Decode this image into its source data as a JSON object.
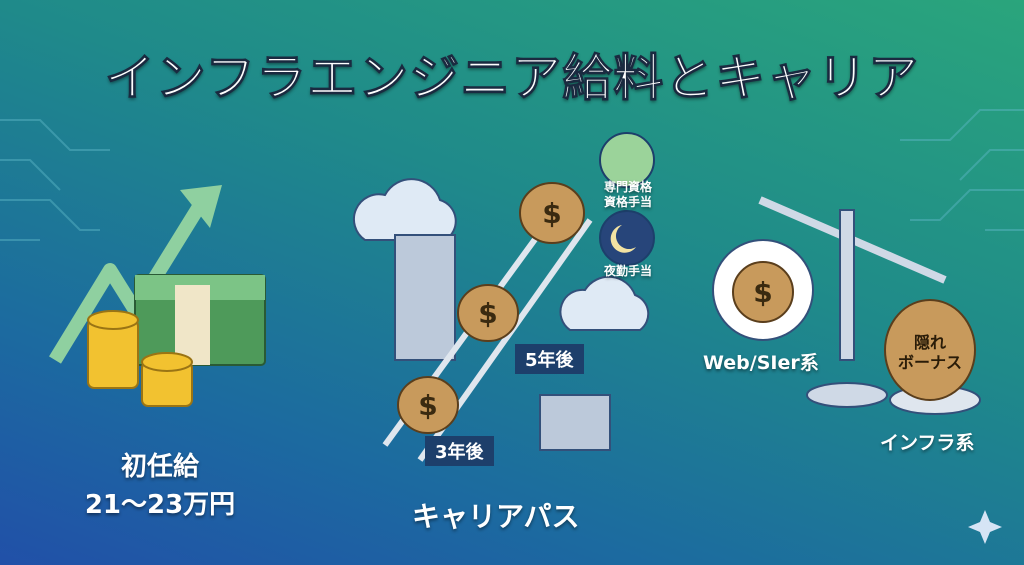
{
  "title": "インフラエンジニア給料とキャリア",
  "starting_salary": {
    "label": "初任給",
    "amount": "21〜23万円"
  },
  "career_path": {
    "label": "キャリアパス",
    "steps": [
      "3年後",
      "5年後"
    ],
    "allowances": [
      {
        "icon": "certificate-icon",
        "lines": [
          "専門資格",
          "資格手当"
        ]
      },
      {
        "icon": "moon-icon",
        "lines": [
          "夜勤手当"
        ]
      }
    ]
  },
  "comparison": {
    "left": "Web/SIer系",
    "right": "インフラ系",
    "bag_text": [
      "隠れ",
      "ボーナス"
    ]
  },
  "colors": {
    "bag": "#c89a5c",
    "coin": "#f2c230",
    "cash": "#4e9a5a",
    "arrow": "#8fd0a0"
  }
}
